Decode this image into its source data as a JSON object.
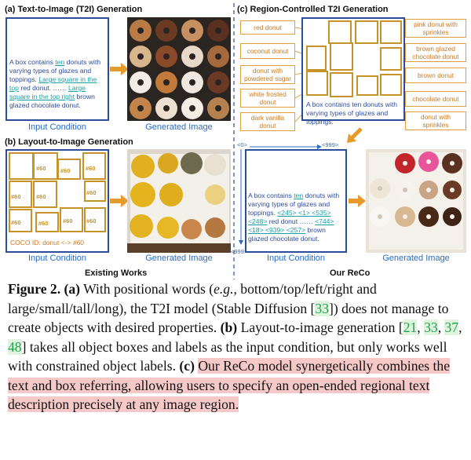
{
  "panels": {
    "a": {
      "title": "(a) Text-to-Image (T2I) Generation",
      "condition_parts": [
        "A box contains ",
        "ten",
        " donuts with varying types of glazes and toppings. ",
        "Large square in the top",
        " red donut. …… ",
        "Large square in the top right",
        " brown glazed chocolate donut."
      ],
      "input_label": "Input Condition",
      "output_label": "Generated Image"
    },
    "b": {
      "title": "(b) Layout-to-Image Generation",
      "box_label": "#60",
      "coco_text": "COCO ID: donut <-> #60",
      "input_label": "Input Condition",
      "output_label": "Generated Image",
      "footer": "Existing Works"
    },
    "c": {
      "title": "(c) Region-Controlled T2I Generation",
      "left_tags": [
        "red donut",
        "coconut donut",
        "donut with powdered sugar",
        "white frosted donut",
        "dark vanilla donut"
      ],
      "right_tags": [
        "pink donut with sprinkles",
        "brown glazed chocolate donut",
        "brown donut",
        "chocolate donut",
        "donut with sprinkles"
      ],
      "box_text": "A box contains ten donuts with varying types of glazes and toppings.",
      "coord_start": "<0>",
      "coord_end": "<999>",
      "coord_bottom": "<999>",
      "condition_parts": [
        "A box contains ",
        "ten",
        " donuts with varying types of glazes and toppings. ",
        "<245> <1> <535> <248>",
        " red donut …… ",
        "<744> <18> <939> <257>",
        " brown glazed chocolate donut."
      ],
      "input_label": "Input Condition",
      "output_label": "Generated Image",
      "footer": "Our ReCo"
    }
  },
  "caption": {
    "fig_label": "Figure 2.",
    "part_a_label": "(a)",
    "part_a_text_1": " With positional words (",
    "part_a_eg": "e.g.",
    "part_a_text_2": ", bottom/top/left/right and large/small/tall/long), the T2I model (Stable Diffusion ",
    "ref_33": "33",
    "part_a_text_3": ") does not manage to create objects with desired properties. ",
    "part_b_label": "(b)",
    "part_b_text_1": " Layout-to-image generation ",
    "refs_b": [
      "21",
      "33",
      "37",
      "48"
    ],
    "part_b_text_2": " takes all object boxes and labels as the input condition, but only works well with constrained object labels. ",
    "part_c_label": "(c)",
    "part_c_text": "Our ReCo model synergetically combines the text and box referring, allowing users to specify an open-ended regional text description precisely at any image region."
  },
  "colors": {
    "panel_border": "#2c4c9c",
    "caption_blue": "#2a6cc0",
    "teal_link": "#17a0a8",
    "orange": "#e69a2c",
    "box_gold": "#c8922a",
    "highlight_red": "#f6c9c9",
    "ref_green": "#1ea54a"
  }
}
